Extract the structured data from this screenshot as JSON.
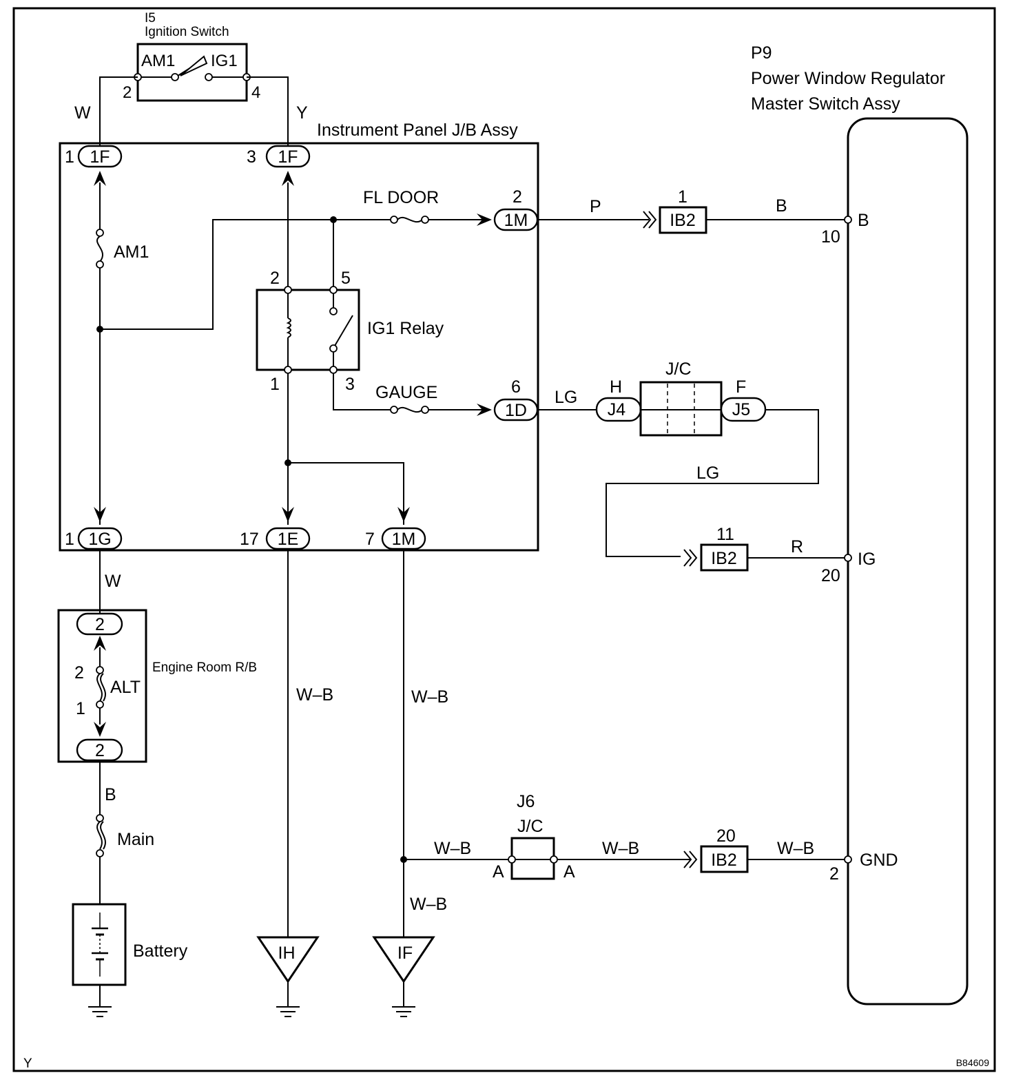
{
  "components": {
    "ignition_switch": {
      "code": "I5",
      "name": "Ignition Switch",
      "contact_am1": "AM1",
      "contact_ig1": "IG1",
      "pin_left": "2",
      "pin_right": "4"
    },
    "jb": {
      "name": "Instrument Panel J/B Assy"
    },
    "master_switch": {
      "code": "P9",
      "name_line1": "Power Window Regulator",
      "name_line2": "Master Switch Assy"
    },
    "relay": {
      "name": "IG1 Relay",
      "pin1": "1",
      "pin2": "2",
      "pin3": "3",
      "pin5": "5"
    },
    "engine_rb": {
      "name": "Engine Room R/B",
      "fuse": "ALT",
      "pin_top": "2",
      "pin_bottom": "1"
    },
    "main_fuse": "Main",
    "battery": "Battery",
    "jc1": {
      "name": "J/C",
      "left": "H",
      "right": "F"
    },
    "jc2": {
      "code": "J6",
      "name": "J/C",
      "left": "A",
      "right": "A"
    }
  },
  "connectors": {
    "c1f_left": {
      "label": "1F",
      "pin": "1"
    },
    "c1f_right": {
      "label": "1F",
      "pin": "3"
    },
    "c1m_top": {
      "label": "1M",
      "pin": "2"
    },
    "c1d": {
      "label": "1D",
      "pin": "6"
    },
    "c1g": {
      "label": "1G",
      "pin": "1"
    },
    "c1e": {
      "label": "1E",
      "pin": "17"
    },
    "c1m_bottom": {
      "label": "1M",
      "pin": "7"
    },
    "ib2_a": {
      "label": "IB2",
      "pin": "1"
    },
    "ib2_b": {
      "label": "IB2",
      "pin": "11"
    },
    "ib2_c": {
      "label": "IB2",
      "pin": "20"
    },
    "j4": "J4",
    "j5": "J5",
    "rb_top": "2",
    "rb_bottom": "2"
  },
  "fuses": {
    "am1": "AM1",
    "fl_door": "FL DOOR",
    "gauge": "GAUGE"
  },
  "wires": {
    "w_left": "W",
    "y_right": "Y",
    "p": "P",
    "b_top": "B",
    "lg1": "LG",
    "lg2": "LG",
    "r": "R",
    "w_low": "W",
    "b_low": "B",
    "wb_1e": "W–B",
    "wb_1m": "W–B",
    "wb_jc_left": "W–B",
    "wb_jc_right": "W–B",
    "wb_gnd": "W–B",
    "wb_down": "W–B"
  },
  "terminals": {
    "b": {
      "name": "B",
      "pin": "10"
    },
    "ig": {
      "name": "IG",
      "pin": "20"
    },
    "gnd": {
      "name": "GND",
      "pin": "2"
    }
  },
  "grounds": {
    "ih": "IH",
    "if": "IF"
  },
  "corner_letter": "Y",
  "figure_code": "B84609"
}
